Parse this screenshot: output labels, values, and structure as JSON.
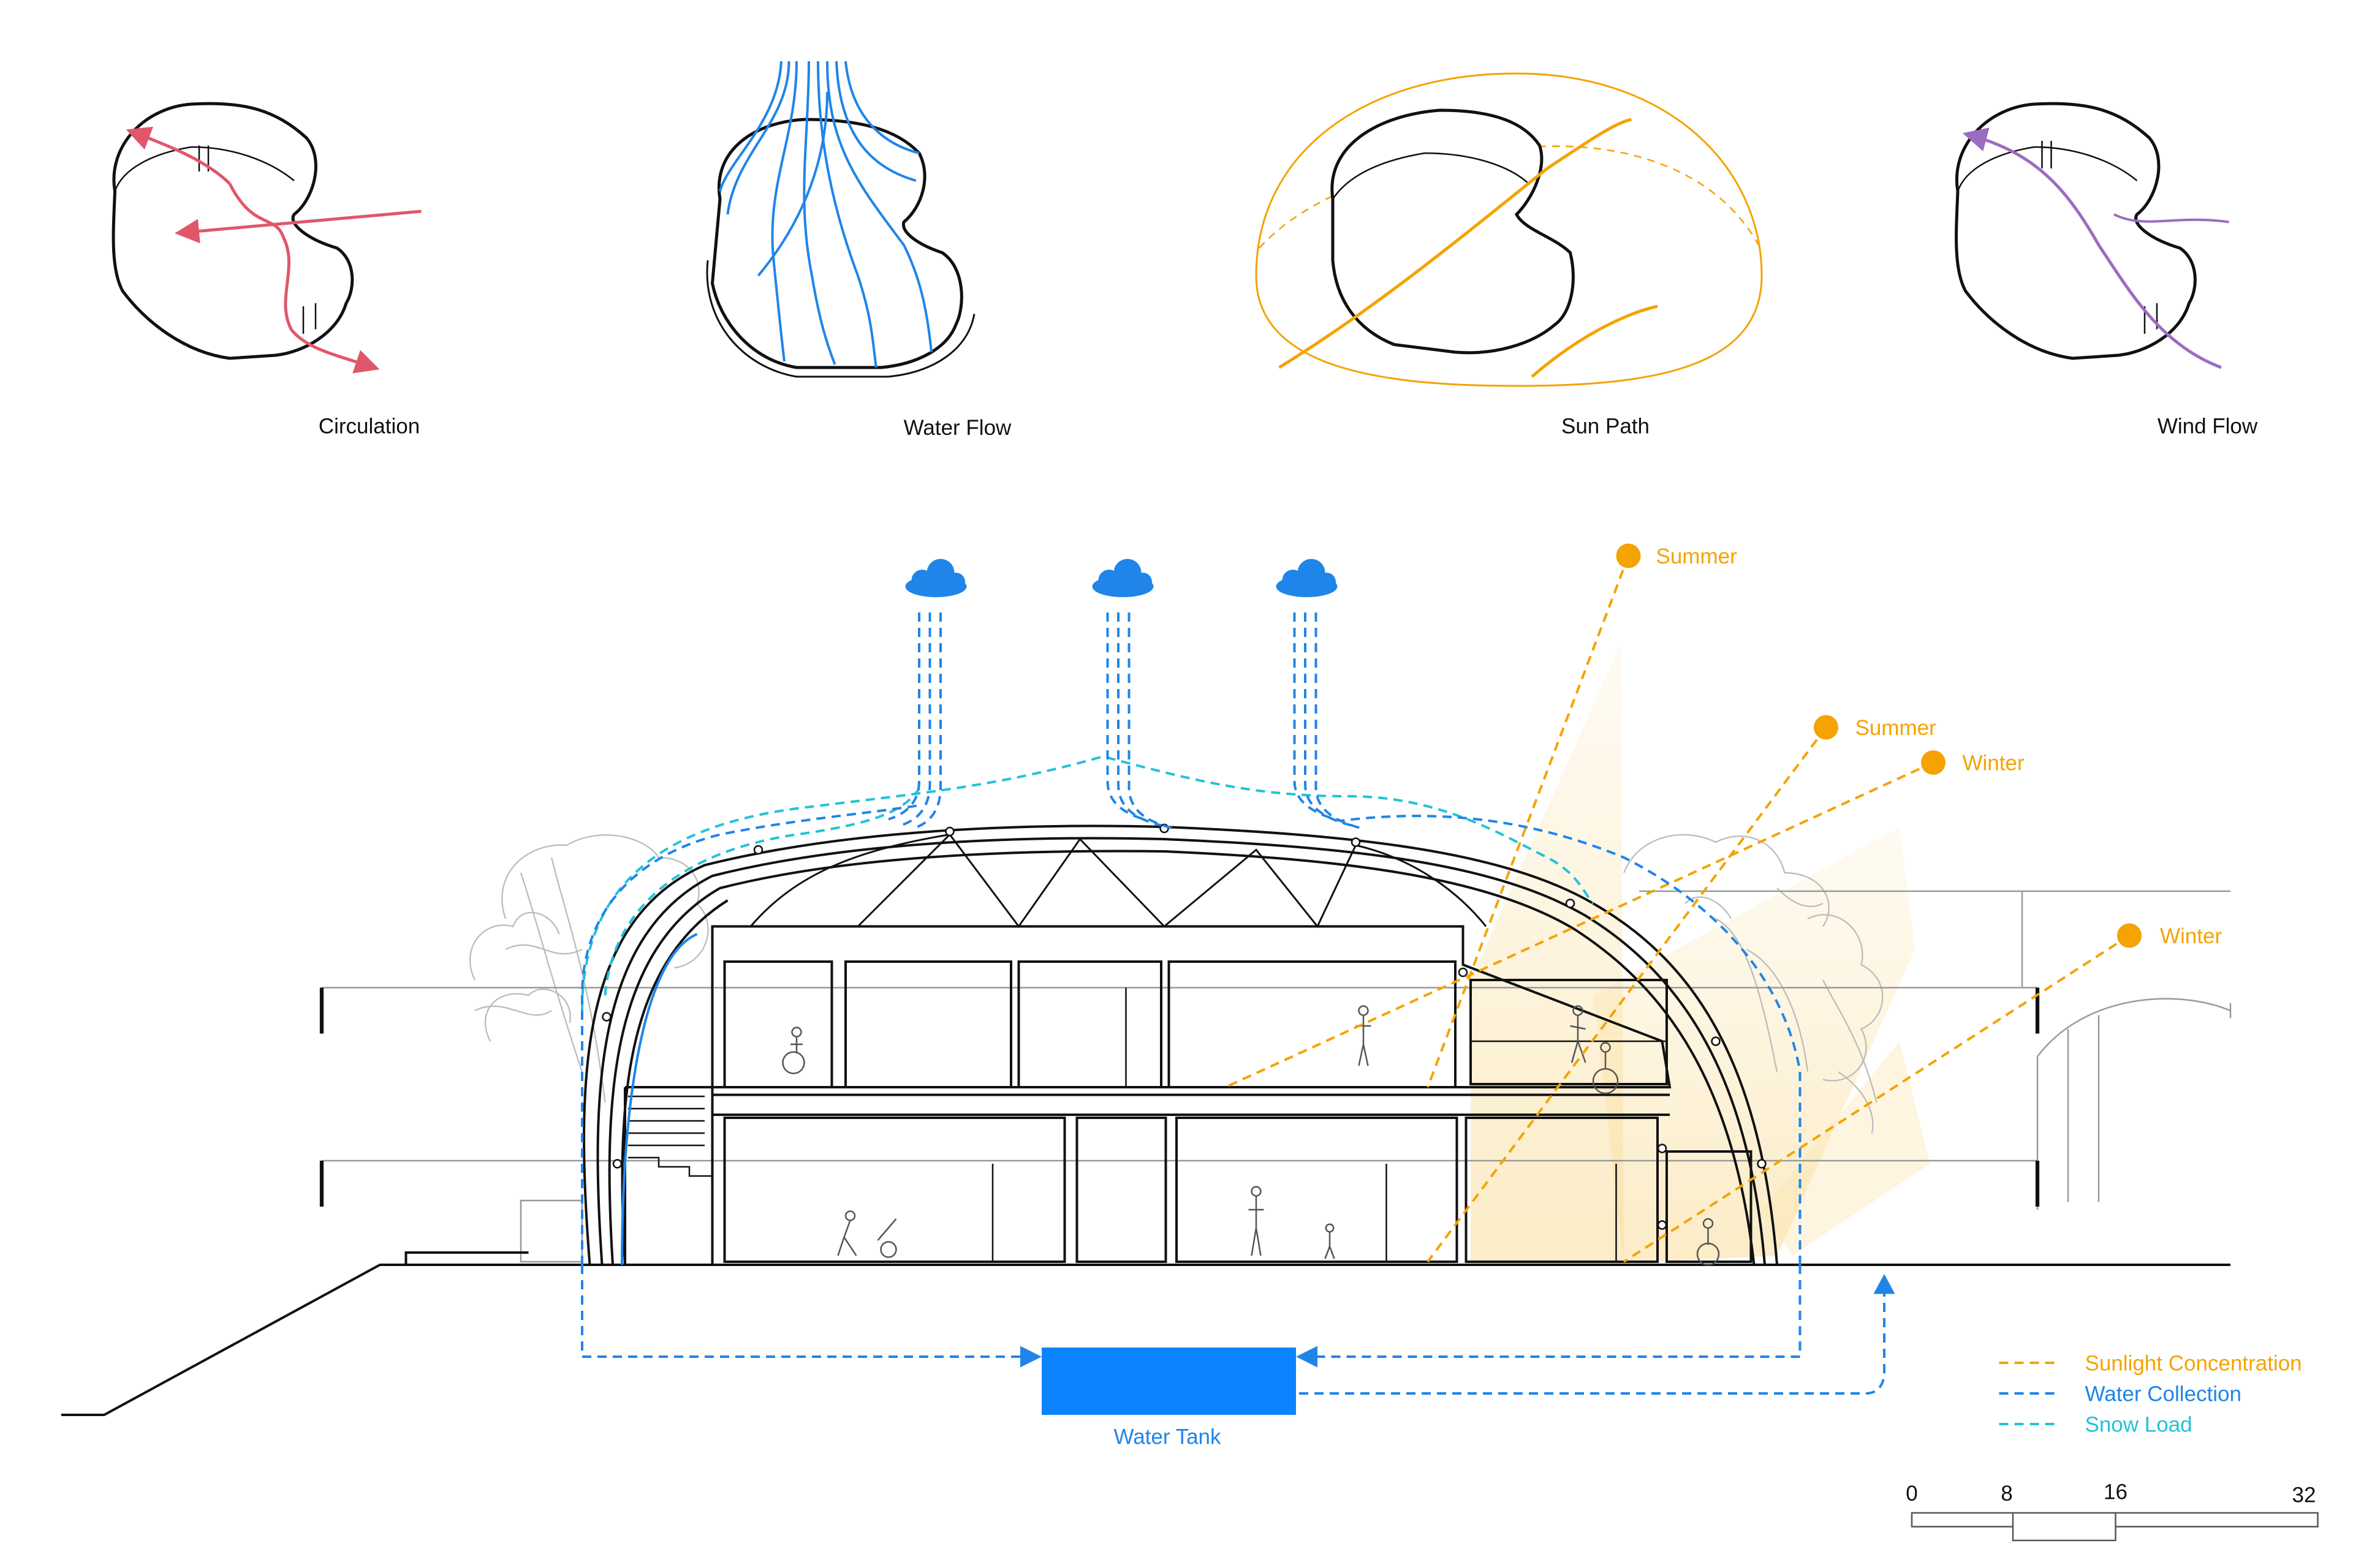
{
  "diagrams": {
    "circulation_label": "Circulation",
    "water_flow_label": "Water Flow",
    "sun_path_label": "Sun Path",
    "wind_flow_label": "Wind Flow"
  },
  "section": {
    "sun_labels": [
      "Summer",
      "Summer",
      "Winter",
      "Winter"
    ],
    "tank_label": "Water Tank"
  },
  "legend": {
    "items": [
      {
        "label": "Sunlight Concentration",
        "color": "#f4a300"
      },
      {
        "label": "Water Collection",
        "color": "#1f85e8"
      },
      {
        "label": "Snow Load",
        "color": "#22c3d6"
      }
    ]
  },
  "scale_bar": {
    "ticks": [
      "0",
      "8",
      "16",
      "32"
    ]
  },
  "colors": {
    "circulation": "#e0576a",
    "water": "#1f85e8",
    "sun": "#f4a300",
    "wind": "#9b6cc0",
    "snow": "#22c3d6",
    "ink": "#111111"
  }
}
